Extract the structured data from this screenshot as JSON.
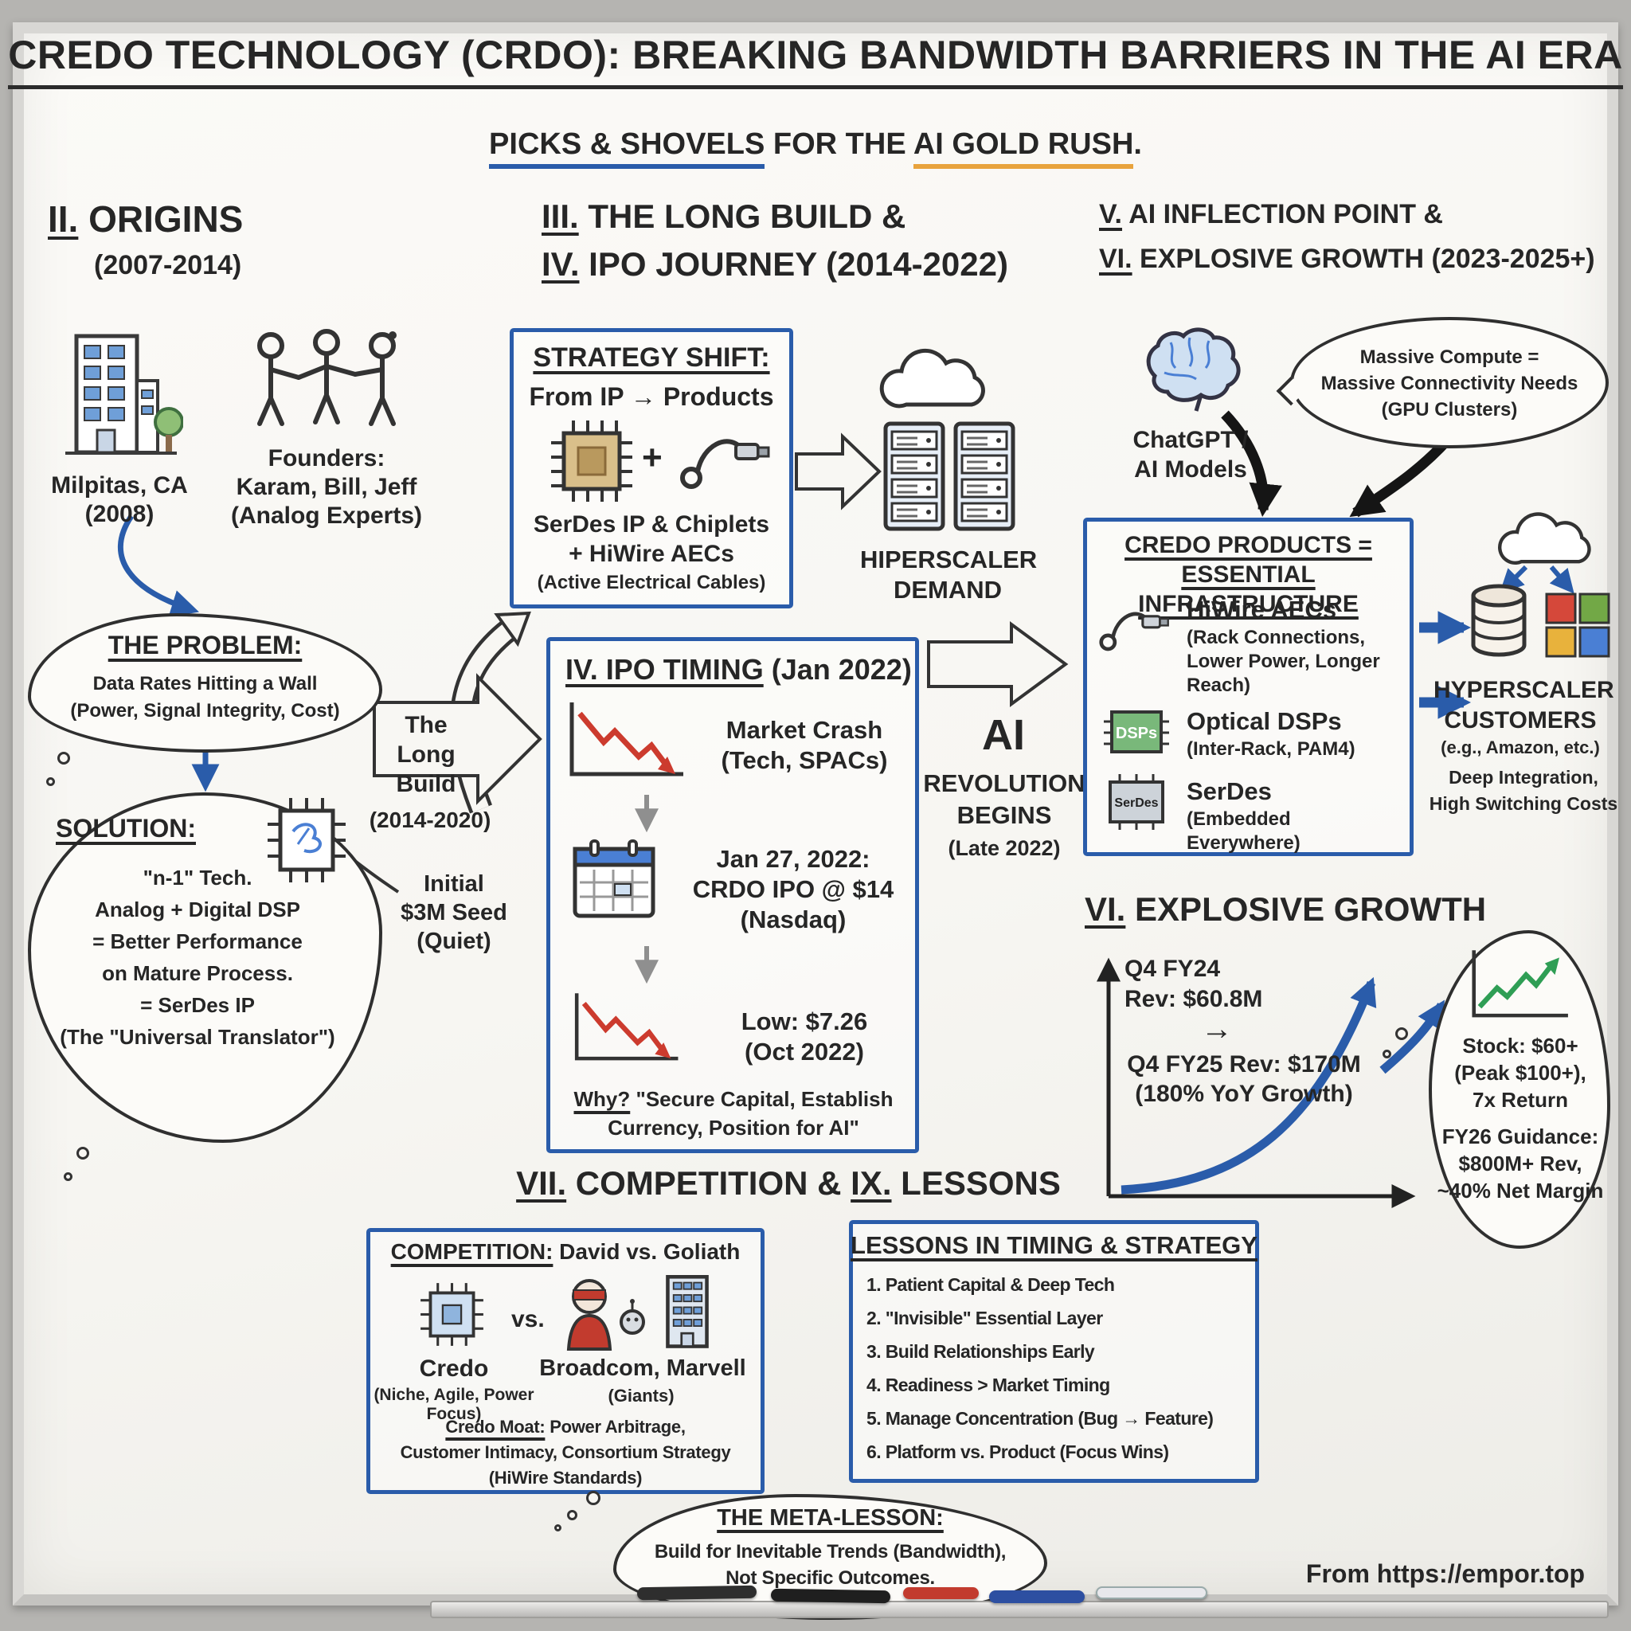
{
  "colors": {
    "ink": "#262626",
    "blue": "#2a5caa",
    "orange": "#e8a33d",
    "red": "#c23b2e",
    "green": "#2f9e55"
  },
  "board": {
    "title": "CREDO TECHNOLOGY (CRDO): BREAKING BANDWIDTH BARRIERS IN THE AI ERA",
    "subtitle": {
      "part1": "PICKS & SHOVELS",
      "part2": " FOR THE ",
      "part3": "AI GOLD RUSH",
      "part4": "."
    },
    "attribution": "From https://empor.top"
  },
  "origins": {
    "num": "II.",
    "heading": " ORIGINS",
    "years": "(2007-2014)",
    "building_caption": [
      "Milpitas, CA",
      "(2008)"
    ],
    "founders_caption": [
      "Founders:",
      "Karam, Bill, Jeff",
      "(Analog Experts)"
    ],
    "problem": {
      "title": "THE PROBLEM:",
      "body": [
        "Data Rates Hitting a Wall",
        "(Power, Signal Integrity, Cost)"
      ]
    },
    "solution": {
      "title": "SOLUTION:",
      "body": [
        "\"n-1\" Tech.",
        "Analog + Digital DSP",
        "= Better Performance",
        "on Mature Process.",
        "= SerDes IP",
        "(The \"Universal Translator\")"
      ]
    },
    "seed": [
      "Initial",
      "$3M Seed",
      "(Quiet)"
    ]
  },
  "longbuild": {
    "num1": "III.",
    "heading1": " THE LONG BUILD &",
    "num2": "IV.",
    "heading2": " IPO JOURNEY (2014-2022)",
    "strategy": {
      "title": "STRATEGY SHIFT:",
      "from": "From IP → Products",
      "plus": "+",
      "caption": [
        "SerDes IP & Chiplets",
        "+ HiWire AECs"
      ],
      "caption_note": "(Active Electrical Cables)"
    },
    "demand_caption": [
      "HIPERSCALER",
      "DEMAND"
    ],
    "longbuild_arrow": [
      "The Long",
      "Build"
    ],
    "longbuild_years": "(2014-2020)",
    "ipo": {
      "title": "IV. IPO TIMING",
      "title_date": " (Jan 2022)",
      "crash": [
        "Market Crash",
        "(Tech, SPACs)"
      ],
      "ipo_event": [
        "Jan 27, 2022:",
        "CRDO IPO @ $14",
        "(Nasdaq)"
      ],
      "low": [
        "Low: $7.26",
        "(Oct 2022)"
      ],
      "why_label": "Why?",
      "why_text": " \"Secure Capital, Establish\nCurrency, Position for AI\""
    },
    "ai_revolution": {
      "big": "AI",
      "mid": [
        "REVOLUTION",
        "BEGINS"
      ],
      "note": "(Late 2022)"
    }
  },
  "inflection": {
    "num1": "V.",
    "heading1": " AI INFLECTION POINT &",
    "num2": "VI.",
    "heading2": " EXPLOSIVE GROWTH (2023-2025+)",
    "chatgpt_caption": [
      "ChatGPT /",
      "AI Models"
    ],
    "bubble": [
      "Massive Compute =",
      "Massive Connectivity Needs",
      "(GPU Clusters)"
    ],
    "products": {
      "title": [
        "CREDO PRODUCTS =",
        "ESSENTIAL INFRASTRUCTURE"
      ],
      "items": [
        {
          "chip_label": "",
          "name": "HiWire AECs",
          "desc": "(Rack Connections, Lower Power, Longer Reach)"
        },
        {
          "chip_label": "DSPs",
          "name": "Optical DSPs",
          "desc": "(Inter-Rack, PAM4)"
        },
        {
          "chip_label": "SerDes",
          "name": "SerDes",
          "desc": "(Embedded Everywhere)"
        }
      ]
    },
    "customers": {
      "title": [
        "HYPERSCALER",
        "CUSTOMERS"
      ],
      "examples": "(e.g., Amazon, etc.)",
      "notes": [
        "Deep Integration,",
        "High Switching Costs"
      ]
    }
  },
  "growth": {
    "num": "VI.",
    "heading": " EXPLOSIVE GROWTH",
    "fy24": [
      "Q4 FY24",
      "Rev: $60.8M"
    ],
    "arrow": "→",
    "fy25": [
      "Q4 FY25 Rev: $170M",
      "(180% YoY Growth)"
    ],
    "stock": [
      "Stock: $60+",
      "(Peak $100+),",
      "7x Return"
    ],
    "guidance": [
      "FY26 Guidance:",
      "$800M+ Rev,",
      "~40% Net Margin"
    ]
  },
  "bottomrow": {
    "num1": "VII.",
    "heading1": " COMPETITION & ",
    "num2": "IX.",
    "heading2": " LESSONS",
    "competition": {
      "title_label": "COMPETITION:",
      "title_rest": " David vs. Goliath",
      "credo_name": "Credo",
      "vs": "vs.",
      "credo_note": "(Niche, Agile, Power Focus)",
      "rivals_name": "Broadcom, Marvell",
      "rivals_note": "(Giants)",
      "moat_label": "Credo Moat:",
      "moat_text": " Power Arbitrage,\nCustomer Intimacy, Consortium Strategy\n(HiWire Standards)"
    },
    "lessons": {
      "title": "LESSONS IN TIMING & STRATEGY",
      "items": [
        "1. Patient Capital & Deep Tech",
        "2. \"Invisible\" Essential Layer",
        "3. Build Relationships Early",
        "4. Readiness > Market Timing",
        "5. Manage Concentration (Bug → Feature)",
        "6. Platform vs. Product (Focus Wins)"
      ]
    },
    "meta": {
      "title": "THE META-LESSON:",
      "body": [
        "Build for Inevitable Trends (Bandwidth),",
        "Not Specific Outcomes."
      ]
    }
  }
}
